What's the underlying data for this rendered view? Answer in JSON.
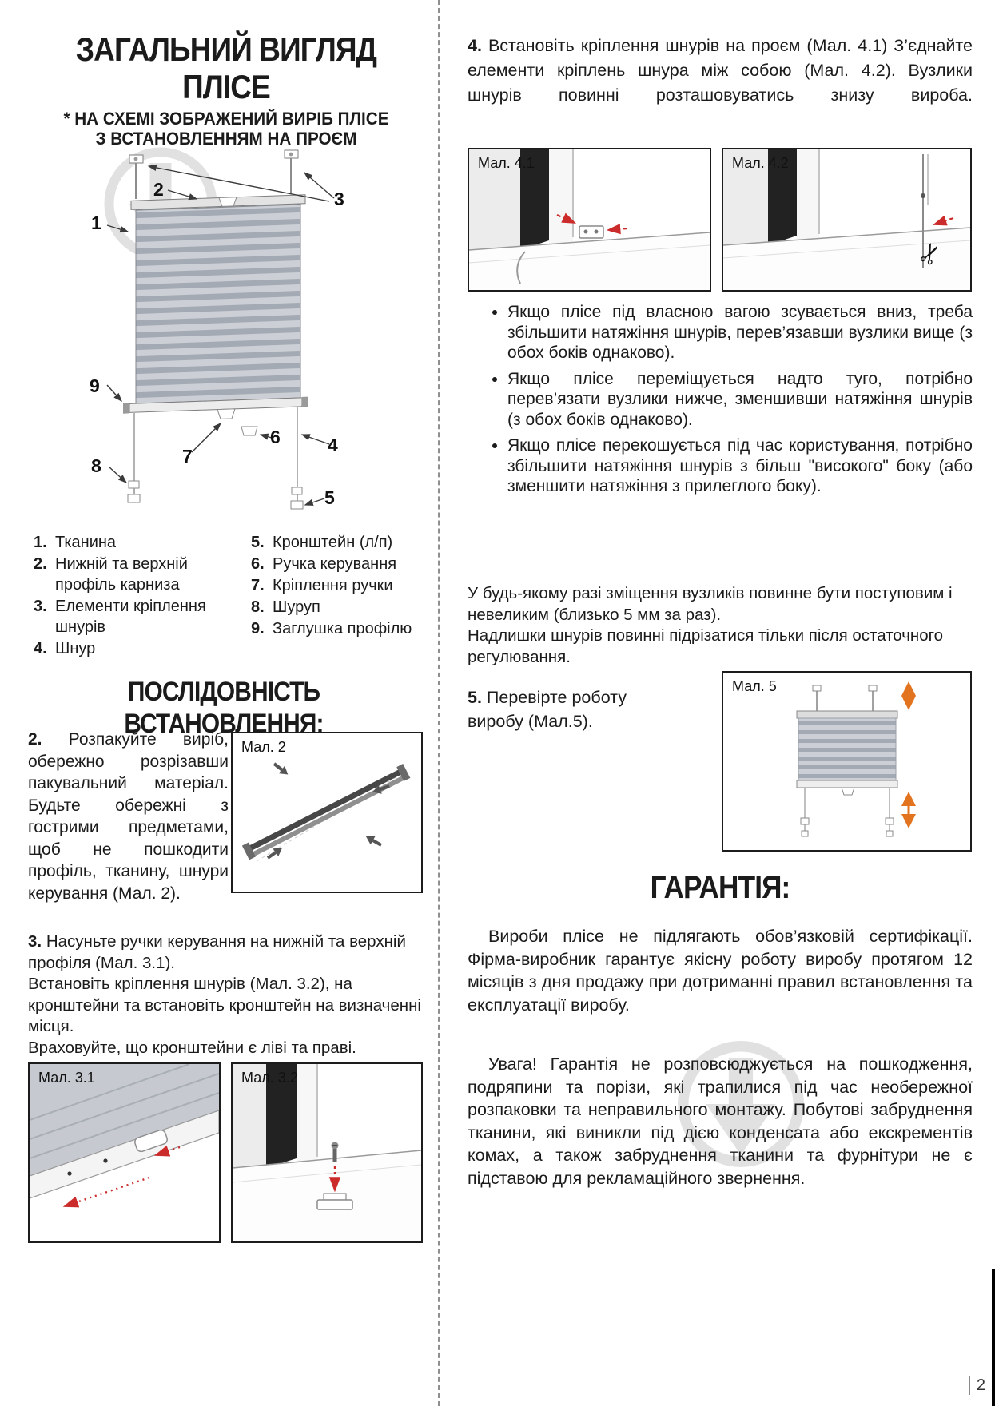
{
  "page_number": "2",
  "diagram": {
    "callouts": [
      "1",
      "2",
      "3",
      "4",
      "5",
      "6",
      "7",
      "8",
      "9"
    ]
  },
  "figures": {
    "fig2": "Мал. 2",
    "fig31": "Мал. 3.1",
    "fig32": "Мал. 3.2",
    "fig41": "Мал. 4.1",
    "fig42": "Мал. 4.2",
    "fig5": "Мал. 5"
  },
  "left": {
    "title_line1": "ЗАГАЛЬНИЙ ВИГЛЯД",
    "title_line2": "ПЛІСЕ",
    "subtitle_line1": "* НА СХЕМІ ЗОБРАЖЕНИЙ ВИРІБ ПЛІСЕ",
    "subtitle_line2": "З ВСТАНОВЛЕННЯМ НА ПРОЄМ",
    "legend1": [
      {
        "num": "1.",
        "text": "Тканина"
      },
      {
        "num": "2.",
        "text": "Нижній та верхній профіль карниза"
      },
      {
        "num": "3.",
        "text": "Елементи кріплення шнурів"
      },
      {
        "num": "4.",
        "text": "Шнур"
      }
    ],
    "legend2": [
      {
        "num": "5.",
        "text": "Кронштейн (л/п)"
      },
      {
        "num": "6.",
        "text": "Ручка керування"
      },
      {
        "num": "7.",
        "text": "Кріплення ручки"
      },
      {
        "num": "8.",
        "text": "Шуруп"
      },
      {
        "num": "9.",
        "text": "Заглушка профілю"
      }
    ],
    "section_title": "ПОСЛІДОВНІСТЬ ВСТАНОВЛЕННЯ:",
    "step2_num": "2.",
    "step2_text": "Розпакуйте виріб, обережно розрізавши пакувальний матеріал. Будьте обережні з гострими предметами, щоб не пошкодити профіль, тканину, шнури керування (Мал. 2).",
    "step3_num": "3.",
    "step3_text1": "Насуньте ручки керування на нижній та верхній профіля (Мал. 3.1).",
    "step3_text2": "Встановіть кріплення шнурів (Мал. 3.2), на кронштейни та встановіть кронштейн на визначенні місця.",
    "step3_text3": "Враховуйте, що кронштейни є ліві та праві."
  },
  "right": {
    "step4_num": "4.",
    "step4_text": "Встановіть кріплення шнурів на проєм (Мал. 4.1) З’єднайте елементи кріплень шнура між собою (Мал. 4.2). Вузлики шнурів повинні розташовуватись знизу вироба.",
    "bullets": [
      "Якщо плісе під власною вагою зсувається вниз, треба збільшити натяжіння шнурів, перев’язавши вузлики вище (з обох боків однаково).",
      "Якщо плісе переміщується надто туго, потрібно перев’язати вузлики нижче, зменшивши натяжіння шнурів (з обох боків однаково).",
      "Якщо плісе перекошується під час користування, потрібно збільшити натяжіння шнурів з більш \"високого\" боку (або зменшити натяжіння з прилеглого боку)."
    ],
    "para1a": "У будь-якому разі зміщення вузликів повинне бути поступовим і невеликим (близько 5 мм за раз).",
    "para1b": "Надлишки шнурів повинні підрізатися тільки після остаточного регулювання.",
    "step5_num": "5.",
    "step5_text": "Перевірте роботу виробу (Мал.5).",
    "warranty_title": "ГАРАНТІЯ:",
    "warranty_p1": "Вироби плісе не підлягають обов’язковій сертифікації. Фірма-виробник гарантує якісну роботу виробу протягом 12 місяців з дня продажу при дотриманні правил встановлення та експлуатації виробу.",
    "warranty_p2": "Увага! Гарантія не розповсюджується на пошкодження, подряпини та порізи, які трапилися під час необережної розпаковки та неправильного монтажу. Побутові забруднення тканини, які виникли під дією конденсата або екскрементів комах, а також забруднення тканини та фурнітури не є підставою для рекламаційного звернення."
  }
}
